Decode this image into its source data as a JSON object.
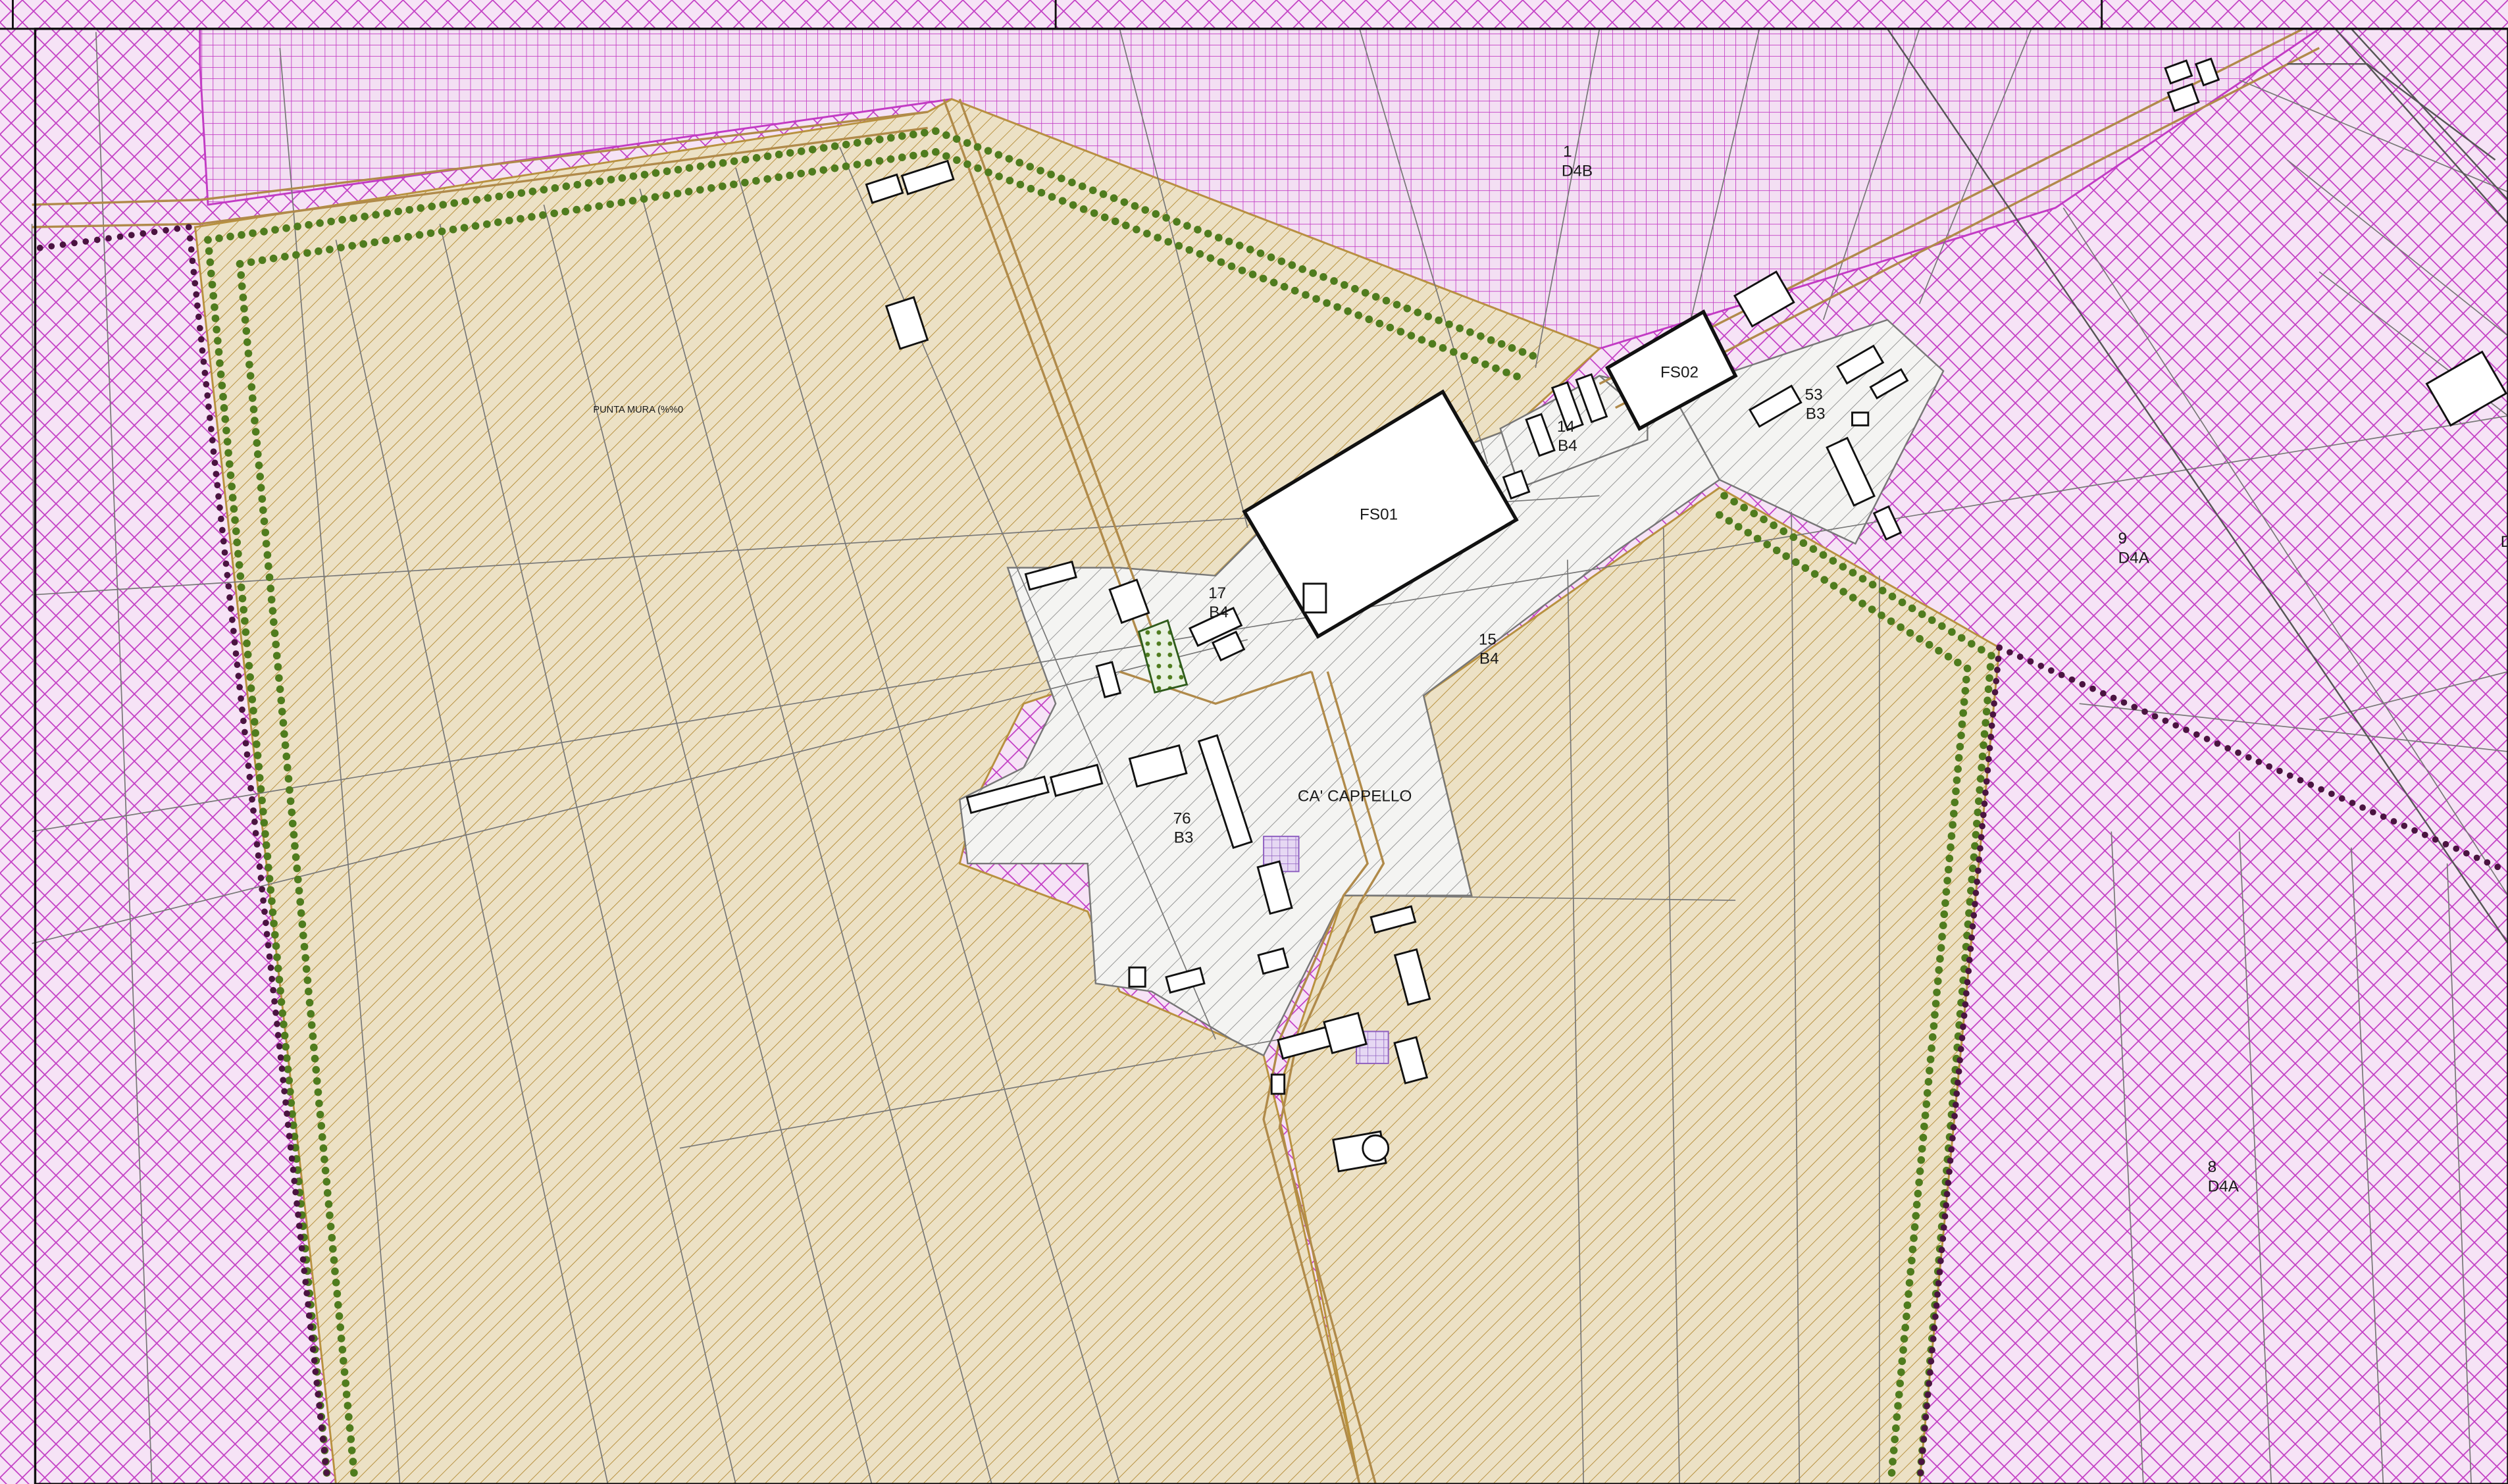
{
  "colors": {
    "industrial_zone": "#c23bc4",
    "agricultural_zone": "#b8913f",
    "residential_hatch": "#8a8a8a",
    "green_belt": "#4f7c1e",
    "boundary_line": "#4a1440",
    "building_outline": "#111111",
    "road_edge": "#b08a4a",
    "highlight_hatch": "#8e5fc0"
  },
  "labels": {
    "locality_main": "CA' CAPPELLO",
    "locality_small": "PUNTA MURA (%%0"
  },
  "zones": [
    {
      "number": "1",
      "code": "D4B"
    },
    {
      "number": "9",
      "code": "D4A"
    },
    {
      "number": "8",
      "code": "D4A"
    },
    {
      "number": "53",
      "code": "B3"
    },
    {
      "number": "14",
      "code": "B4"
    },
    {
      "number": "17",
      "code": "B4"
    },
    {
      "number": "15",
      "code": "B4"
    },
    {
      "number": "76",
      "code": "B3"
    }
  ],
  "services": [
    {
      "code": "FS01"
    },
    {
      "code": "FS02"
    }
  ],
  "edge_glyph": "D"
}
